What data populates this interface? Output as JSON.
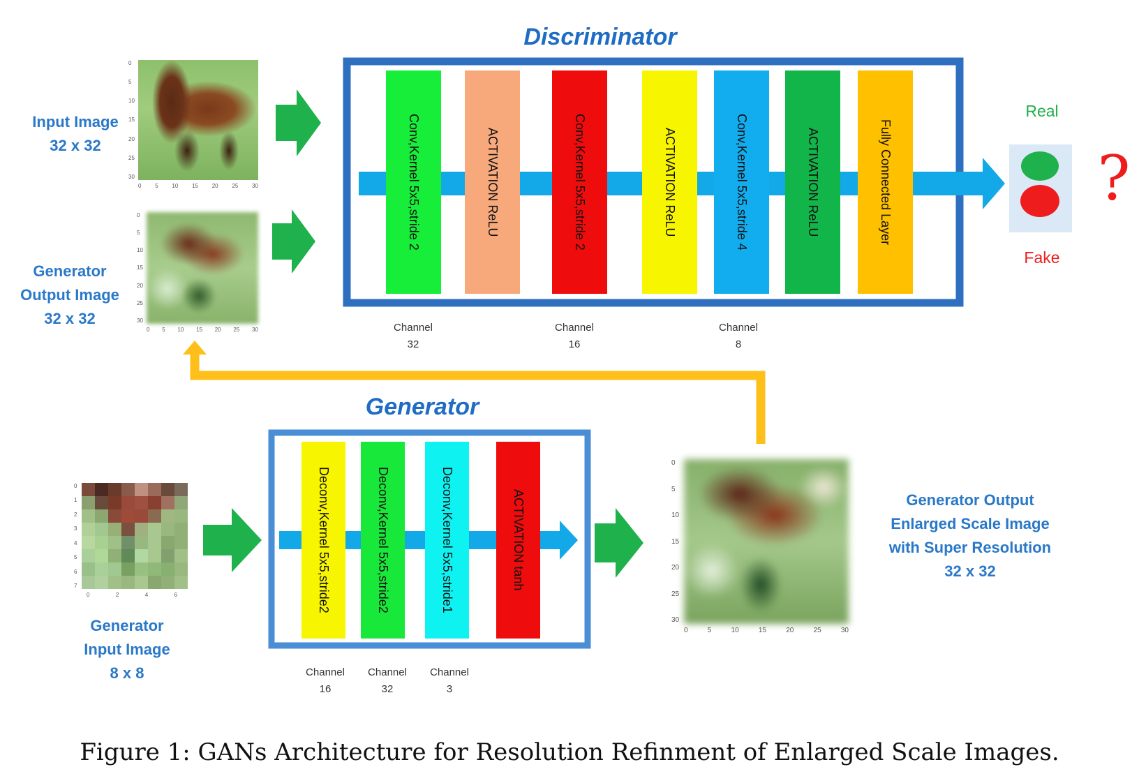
{
  "discriminator": {
    "title": "Discriminator",
    "layers": [
      "Conv,Kernel 5x5,stride 2",
      "ACTIVATION ReLU",
      "Conv,Kernel 5x5,stride 2",
      "ACTIVATION ReLU",
      "Conv,Kernel 5x5,stride 4",
      "ACTIVATION ReLU",
      "Fully Connected Layer"
    ],
    "channels": [
      {
        "label": "Channel",
        "value": "32"
      },
      {
        "label": "Channel",
        "value": "16"
      },
      {
        "label": "Channel",
        "value": "8"
      }
    ],
    "output": {
      "real": "Real",
      "fake": "Fake",
      "question": "?"
    }
  },
  "generator": {
    "title": "Generator",
    "layers": [
      "Deconv,Kernel 5x5,stride2",
      "Deconv,Kernel 5x5,stride2",
      "Deconv,Kernel 5x5,stride1",
      "ACTIVATION tanh"
    ],
    "channels": [
      {
        "label": "Channel",
        "value": "16"
      },
      {
        "label": "Channel",
        "value": "32"
      },
      {
        "label": "Channel",
        "value": "3"
      }
    ]
  },
  "labels": {
    "input_image": {
      "line1": "Input Image",
      "line2": "32 x 32"
    },
    "gen_output_image": {
      "line1": "Generator",
      "line2": "Output Image",
      "line3": "32 x 32"
    },
    "gen_input_image": {
      "line1": "Generator",
      "line2": "Input Image",
      "line3": "8 x 8"
    },
    "gen_output_enlarged": {
      "line1": "Generator Output",
      "line2": "Enlarged Scale Image",
      "line3": "with Super Resolution",
      "line4": "32 x 32"
    }
  },
  "axes": {
    "small_y": [
      "0",
      "5",
      "10",
      "15",
      "20",
      "25",
      "30"
    ],
    "small_x": [
      "0",
      "5",
      "10",
      "15",
      "20",
      "25",
      "30"
    ],
    "input8_y": [
      "0",
      "1",
      "2",
      "3",
      "4",
      "5",
      "6",
      "7"
    ],
    "input8_x": [
      "0",
      "2",
      "4",
      "6"
    ],
    "big_y": [
      "0",
      "5",
      "10",
      "15",
      "20",
      "25",
      "30"
    ],
    "big_x": [
      "0",
      "5",
      "10",
      "15",
      "20",
      "25",
      "30"
    ]
  },
  "caption": "Figure 1: GANs Architecture for Resolution Refinment of Enlarged Scale Images.",
  "colors": {
    "box_border": "#2f6fbf",
    "gen_box_border": "#4a8fd6",
    "flow_arrow": "#13a8e8",
    "green_arrow": "#1fb14c",
    "feedback_arrow": "#ffbf1a",
    "real": "#1fb14c",
    "fake": "#ee1c1c"
  }
}
